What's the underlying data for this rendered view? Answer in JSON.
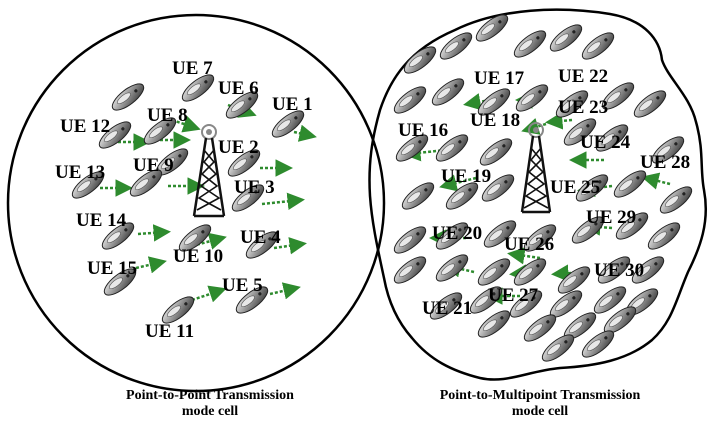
{
  "captions": {
    "p2p_line1": "Point-to-Point Transmission",
    "p2p_line2": "mode cell",
    "p2m_line1": "Point-to-Multipoint Transmission",
    "p2m_line2": "mode cell"
  },
  "colors": {
    "arrow": "#2e8b2e",
    "outline": "#000000",
    "device_dark": "#3a3a3a",
    "device_light": "#d9d9d9"
  },
  "icons": {
    "tower": "cell-tower-icon",
    "device": "user-equipment-device-icon"
  },
  "ue_labels": [
    "UE 1",
    "UE 2",
    "UE 3",
    "UE 4",
    "UE 5",
    "UE 6",
    "UE 7",
    "UE 8",
    "UE 9",
    "UE 10",
    "UE 11",
    "UE 12",
    "UE 13",
    "UE 14",
    "UE 15",
    "UE 16",
    "UE 17",
    "UE 18",
    "UE 19",
    "UE 20",
    "UE 21",
    "UE 22",
    "UE 23",
    "UE 24",
    "UE 25",
    "UE 26",
    "UE 27",
    "UE 28",
    "UE 29",
    "UE 30"
  ]
}
